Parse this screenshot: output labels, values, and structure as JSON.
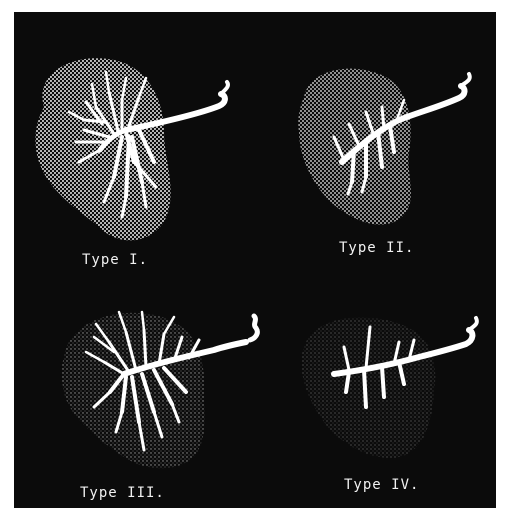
{
  "panels": [
    {
      "key": "type1",
      "caption": "Type I."
    },
    {
      "key": "type2",
      "caption": "Type II."
    },
    {
      "key": "type3",
      "caption": "Type III."
    },
    {
      "key": "type4",
      "caption": "Type IV."
    }
  ],
  "colors": {
    "background": "#0b0b0b",
    "organ_stipple": "#bdbdbd",
    "vessel": "#ffffff",
    "caption": "#f2f2f2"
  }
}
